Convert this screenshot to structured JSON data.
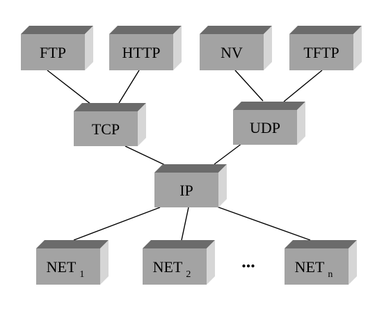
{
  "diagram": {
    "nodes": [
      {
        "id": "ftp",
        "label": "FTP"
      },
      {
        "id": "http",
        "label": "HTTP"
      },
      {
        "id": "nv",
        "label": "NV"
      },
      {
        "id": "tftp",
        "label": "TFTP"
      },
      {
        "id": "tcp",
        "label": "TCP"
      },
      {
        "id": "udp",
        "label": "UDP"
      },
      {
        "id": "ip",
        "label": "IP"
      },
      {
        "id": "net1",
        "label": "NET",
        "subscript": "1"
      },
      {
        "id": "net2",
        "label": "NET",
        "subscript": "2"
      },
      {
        "id": "netn",
        "label": "NET",
        "subscript": "n"
      }
    ],
    "edges": [
      {
        "from": "ftp",
        "to": "tcp"
      },
      {
        "from": "http",
        "to": "tcp"
      },
      {
        "from": "nv",
        "to": "udp"
      },
      {
        "from": "tftp",
        "to": "udp"
      },
      {
        "from": "tcp",
        "to": "ip"
      },
      {
        "from": "udp",
        "to": "ip"
      },
      {
        "from": "ip",
        "to": "net1"
      },
      {
        "from": "ip",
        "to": "net2"
      },
      {
        "from": "ip",
        "to": "netn"
      }
    ],
    "ellipsis": "...",
    "colors": {
      "front": "#a3a3a3",
      "top": "#6b6b6b",
      "side": "#d6d6d6",
      "line": "#000000"
    }
  }
}
